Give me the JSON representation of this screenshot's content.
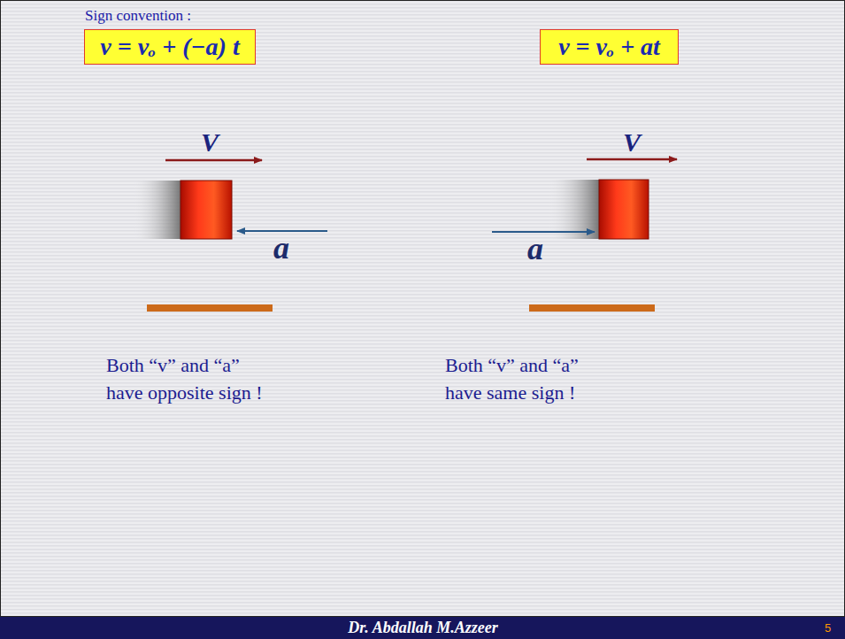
{
  "diagram": {
    "title": "Sign convention :",
    "nodes": [
      {
        "text": [
          "v = vₒ + (−a) t"
        ]
      },
      {
        "text": [
          "v = vₒ + at"
        ]
      }
    ],
    "labels": [
      "V",
      "a",
      "V",
      "a",
      "Both “v” and “a” have opposite sign !",
      "Both “v” and “a” have same sign !",
      "Dr. Abdallah M.Azzeer",
      "5"
    ]
  }
}
